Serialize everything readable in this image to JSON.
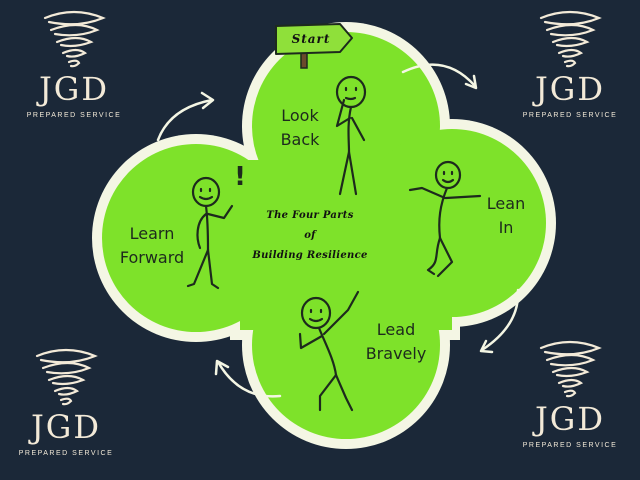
{
  "brand": {
    "name": "JGD",
    "tagline": "PREPARED SERVICE",
    "colors": {
      "background": "#1b2838",
      "logo": "#f3ead8"
    }
  },
  "diagram": {
    "title": [
      "The Four Parts",
      "of",
      "Building Resilience"
    ],
    "start_sign": "Start",
    "steps": [
      {
        "lines": [
          "Look",
          "Back"
        ]
      },
      {
        "lines": [
          "Lean",
          "In"
        ]
      },
      {
        "lines": [
          "Lead",
          "Bravely"
        ]
      },
      {
        "lines": [
          "Learn",
          "Forward"
        ]
      }
    ],
    "exclamation": "!",
    "colors": {
      "fill": "#7ee22a",
      "outline": "#f4f6e4",
      "stroke": "#1d2a1d",
      "sign": "#8fe03a"
    }
  }
}
